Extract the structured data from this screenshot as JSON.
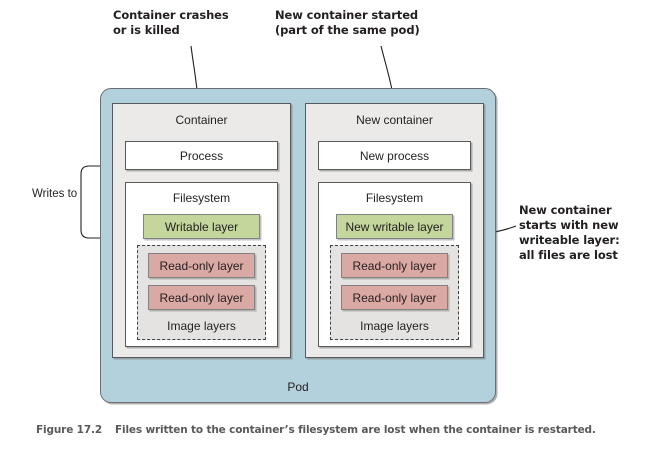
{
  "callouts": {
    "left": "Container crashes\nor is killed",
    "right": "New container started\n(part of the same pod)"
  },
  "annotations": {
    "writes_to": "Writes to",
    "right_note": "New container\nstarts with new\nwriteable layer:\nall files are lost"
  },
  "pod": {
    "label": "Pod",
    "color": "#b3d1dc"
  },
  "containers": [
    {
      "id": "left",
      "title": "Container",
      "process": "Process",
      "filesystem": "Filesystem",
      "writable_layer": "Writable layer",
      "writable_color": "#c3d69b",
      "image_layers_label": "Image layers",
      "readonly_layers": [
        "Read-only layer",
        "Read-only layer"
      ],
      "readonly_color": "#dba9a3"
    },
    {
      "id": "right",
      "title": "New container",
      "process": "New process",
      "filesystem": "Filesystem",
      "writable_layer": "New writable layer",
      "writable_color": "#c3d69b",
      "image_layers_label": "Image layers",
      "readonly_layers": [
        "Read-only layer",
        "Read-only layer"
      ],
      "readonly_color": "#dba9a3"
    }
  ],
  "caption": {
    "figure_number": "Figure 17.2",
    "text": "Files written to the container’s filesystem are lost when the container is restarted."
  }
}
